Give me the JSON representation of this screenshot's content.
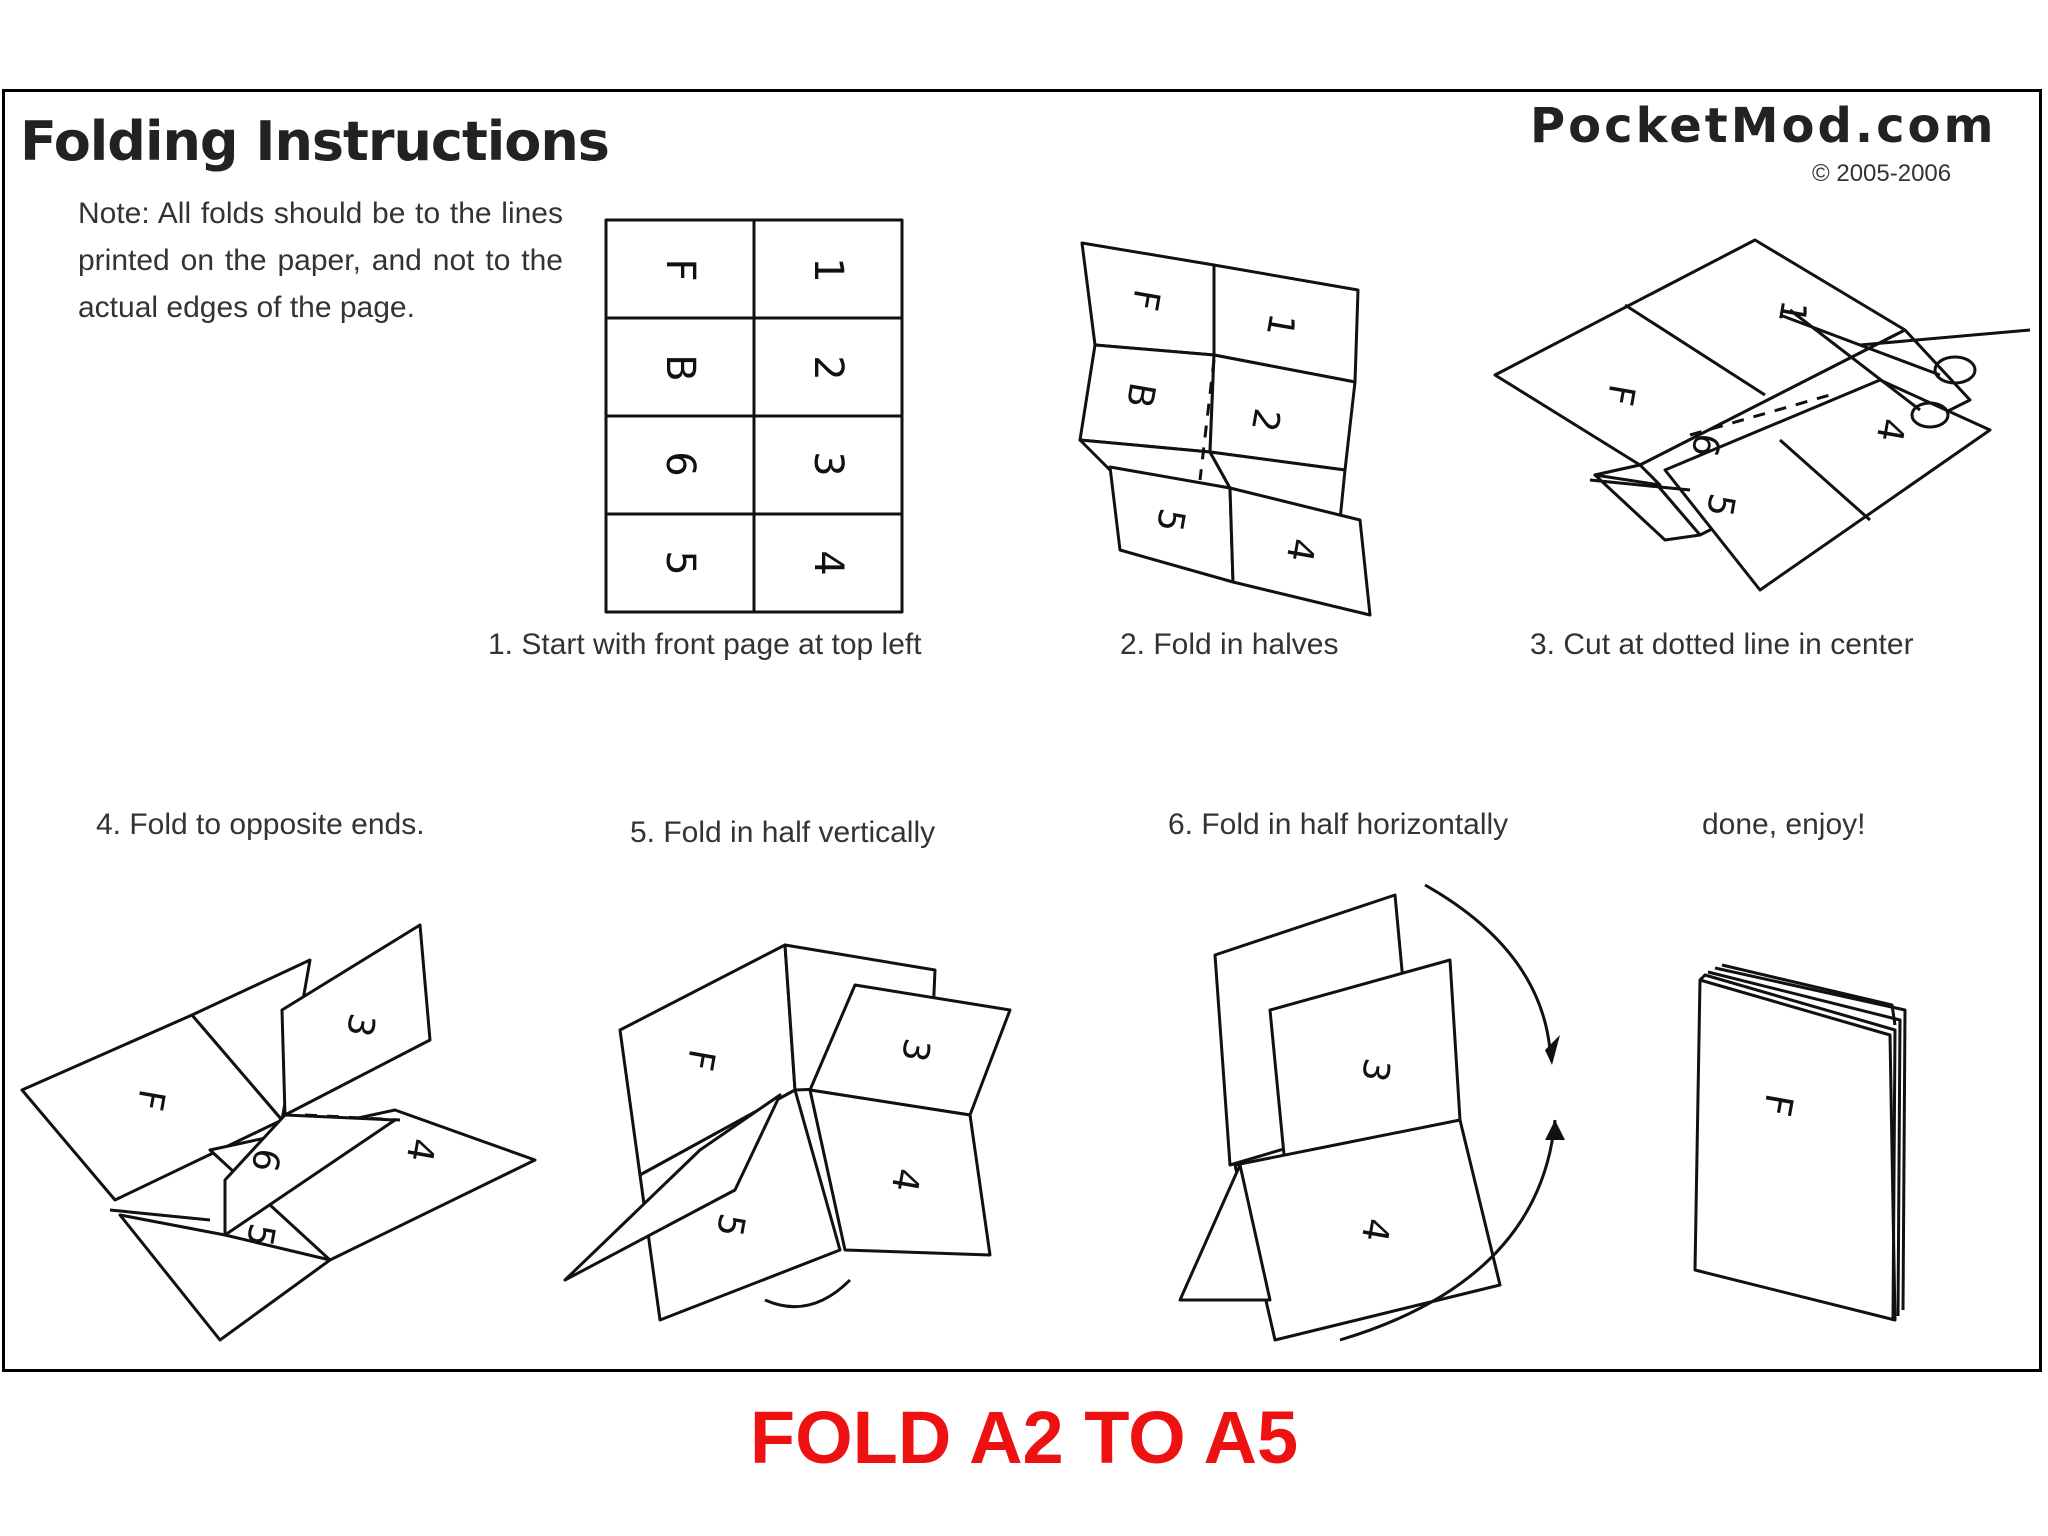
{
  "header": {
    "title": "Folding Instructions",
    "brand": "PocketMod.com",
    "copyright": "© 2005-2006"
  },
  "note": "Note: All folds should be to the lines printed on the paper, and not to the actual edges of the page.",
  "steps": [
    {
      "caption": "1. Start with front page at top left"
    },
    {
      "caption": "2. Fold in halves"
    },
    {
      "caption": "3. Cut at dotted line in center"
    },
    {
      "caption": "4. Fold to opposite ends."
    },
    {
      "caption": "5. Fold in half vertically"
    },
    {
      "caption": "6. Fold in half horizontally"
    },
    {
      "caption": "done, enjoy!"
    }
  ],
  "page_labels": {
    "grid": [
      "F",
      "1",
      "B",
      "2",
      "6",
      "3",
      "5",
      "4"
    ],
    "F": "F",
    "1": "1",
    "B": "B",
    "2": "2",
    "3": "3",
    "4": "4",
    "5": "5",
    "6": "6"
  },
  "footer": {
    "text": "FOLD A2 TO A5",
    "color": "#ee1111"
  }
}
